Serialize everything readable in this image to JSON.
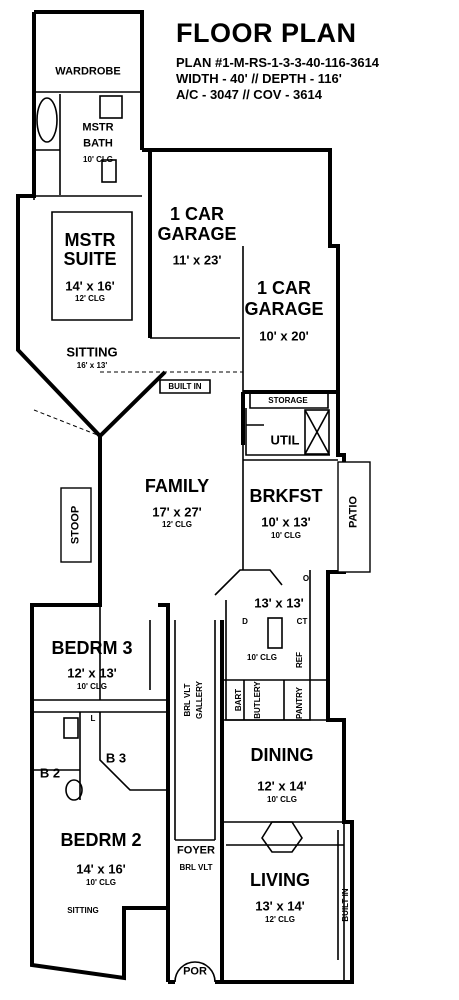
{
  "header": {
    "title": "FLOOR PLAN",
    "plan": "PLAN #1-M-RS-1-3-3-40-116-3614",
    "dimensions": "WIDTH - 40' // DEPTH - 116'",
    "area": "A/C - 3047 // COV - 3614"
  },
  "rooms": {
    "wardrobe": "WARDROBE",
    "mstr_bath": {
      "name1": "MSTR",
      "name2": "BATH",
      "clg": "10' CLG"
    },
    "mstr_suite": {
      "name1": "MSTR",
      "name2": "SUITE",
      "size": "14' x 16'",
      "clg": "12' CLG"
    },
    "sitting": {
      "name": "SITTING",
      "size": "16' x 13'"
    },
    "garage1": {
      "name1": "1 CAR",
      "name2": "GARAGE",
      "size": "11' x 23'"
    },
    "garage2": {
      "name1": "1 CAR",
      "name2": "GARAGE",
      "size": "10' x 20'"
    },
    "built_in": "BUILT IN",
    "storage": "STORAGE",
    "util": "UTIL",
    "family": {
      "name": "FAMILY",
      "size": "17' x 27'",
      "clg": "12' CLG"
    },
    "stoop": "STOOP",
    "brkfst": {
      "name": "BRKFST",
      "size": "10' x 13'",
      "clg": "10' CLG"
    },
    "patio": "PATIO",
    "kitchen": {
      "size": "13' x 13'",
      "clg": "10' CLG",
      "o": "O",
      "ct": "CT",
      "d": "D",
      "ref": "REF"
    },
    "bart": "BART",
    "butlery": "BUTLERY",
    "pantry": "PANTRY",
    "bedrm3": {
      "name": "BEDRM 3",
      "size": "12' x 13'",
      "clg": "10' CLG"
    },
    "gallery": {
      "line1": "BRL VLT",
      "line2": "GALLERY"
    },
    "b2": "B 2",
    "b3": "B 3",
    "l": "L",
    "dining": {
      "name": "DINING",
      "size": "12' x 14'",
      "clg": "10' CLG"
    },
    "bedrm2": {
      "name": "BEDRM 2",
      "size": "14' x 16'",
      "clg": "10' CLG"
    },
    "bedrm2_sitting": "SITTING",
    "foyer": {
      "name": "FOYER",
      "vlt": "BRL VLT"
    },
    "living": {
      "name": "LIVING",
      "size": "13' x 14'",
      "clg": "12' CLG"
    },
    "built_in_living": "BUILT IN",
    "por": "POR"
  }
}
